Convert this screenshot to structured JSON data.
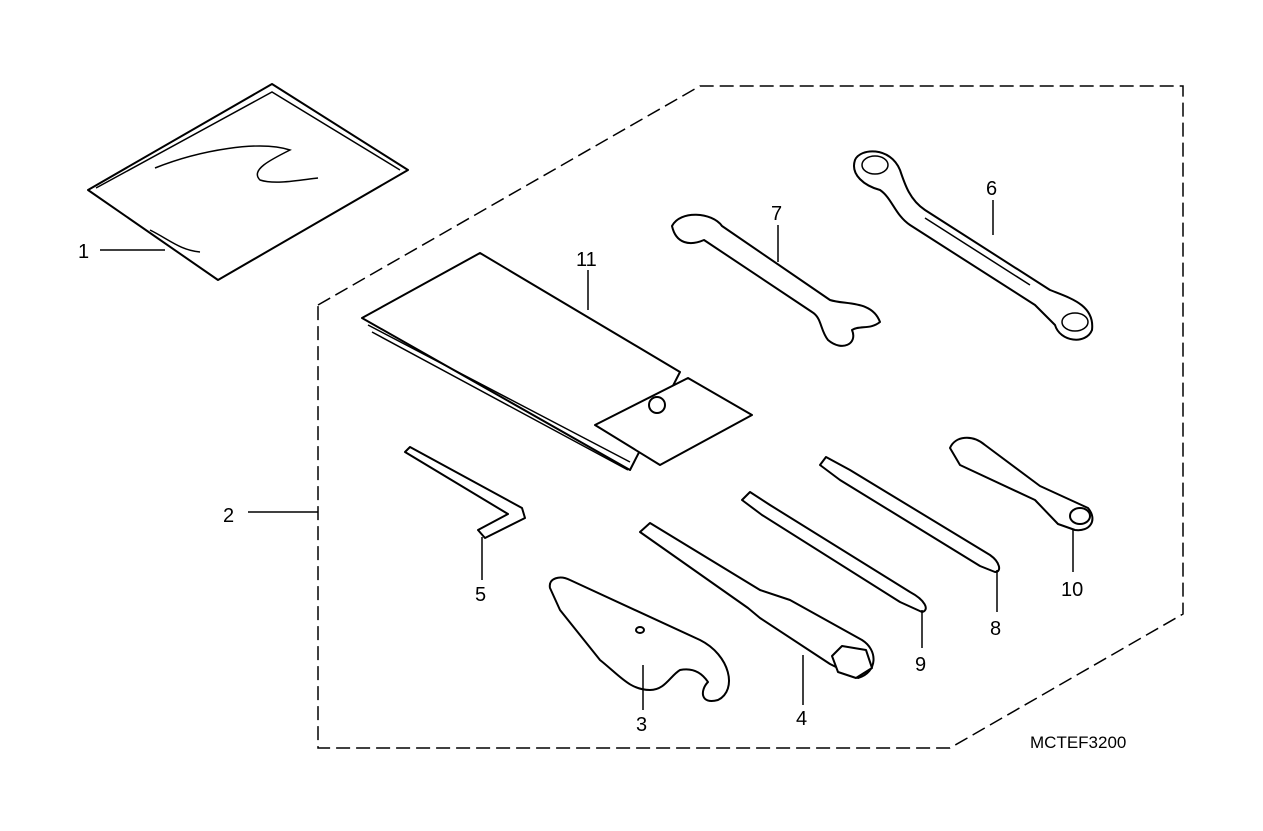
{
  "diagram": {
    "code": "MCTEF3200",
    "callouts": [
      {
        "id": "1",
        "part": "tool-bag"
      },
      {
        "id": "2",
        "part": "tool-set-group"
      },
      {
        "id": "3",
        "part": "pin-spanner"
      },
      {
        "id": "4",
        "part": "spark-plug-wrench"
      },
      {
        "id": "5",
        "part": "hex-wrench"
      },
      {
        "id": "6",
        "part": "box-wrench"
      },
      {
        "id": "7",
        "part": "open-end-wrench"
      },
      {
        "id": "8",
        "part": "screwdriver-8"
      },
      {
        "id": "9",
        "part": "screwdriver-9"
      },
      {
        "id": "10",
        "part": "screwdriver-grip"
      },
      {
        "id": "11",
        "part": "tool-case"
      }
    ]
  }
}
